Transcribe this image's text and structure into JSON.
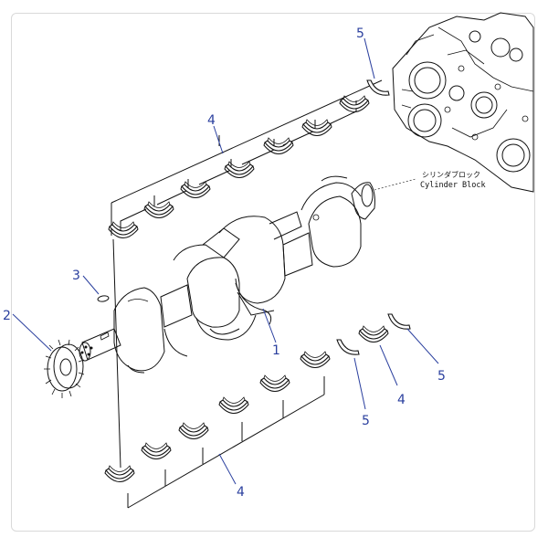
{
  "diagram": {
    "callouts": {
      "c1": "1",
      "c2": "2",
      "c3": "3",
      "c4_upper": "4",
      "c4_lower": "4",
      "c4_right": "4",
      "c5_top": "5",
      "c5_right_a": "5",
      "c5_right_b": "5"
    },
    "block_label": {
      "japanese": "シリンダブロック",
      "english": "Cylinder Block"
    }
  }
}
